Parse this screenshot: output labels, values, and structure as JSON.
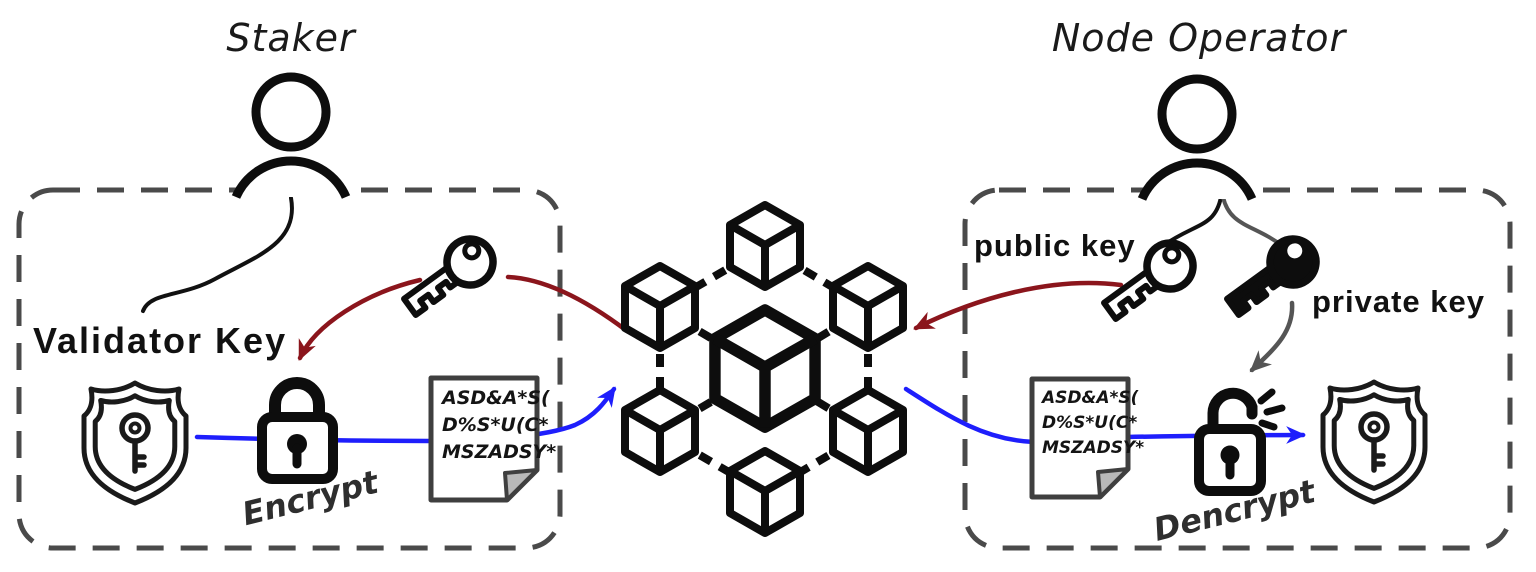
{
  "staker": {
    "actor_label": "Staker",
    "key_name_label": "Validator Key",
    "action_label": "Encrypt",
    "ciphertext_lines": [
      "ASD&A*S(",
      "D%S*U(C*",
      "MSZADSY*"
    ]
  },
  "node_operator": {
    "actor_label": "Node Operator",
    "public_key_label": "public key",
    "private_key_label": "private key",
    "action_label": "Dencrypt",
    "ciphertext_lines": [
      "ASD&A*S(",
      "D%S*U(C*",
      "MSZADSY*"
    ]
  },
  "colors": {
    "ink": "#0d0d0d",
    "key_flow_red": "#8b151c",
    "data_flow_blue": "#1e1efc",
    "box_dash_gray": "#4a4a4a",
    "soft_gray": "#555555",
    "paper_fold_gray": "#b9b9b9"
  },
  "icons": {
    "staker_person": "person-bust",
    "node_operator_person": "person-bust",
    "validator_key_shield_left": "shield-with-key",
    "validator_key_shield_right": "shield-with-key",
    "public_key_in_transit": "outline-key",
    "public_key": "outline-key",
    "private_key": "filled-key",
    "encrypt_lock": "closed-padlock",
    "decrypt_lock": "open-padlock",
    "ciphertext_left": "note-with-folded-corner",
    "ciphertext_right": "note-with-folded-corner",
    "network": "blockchain-cubes"
  }
}
